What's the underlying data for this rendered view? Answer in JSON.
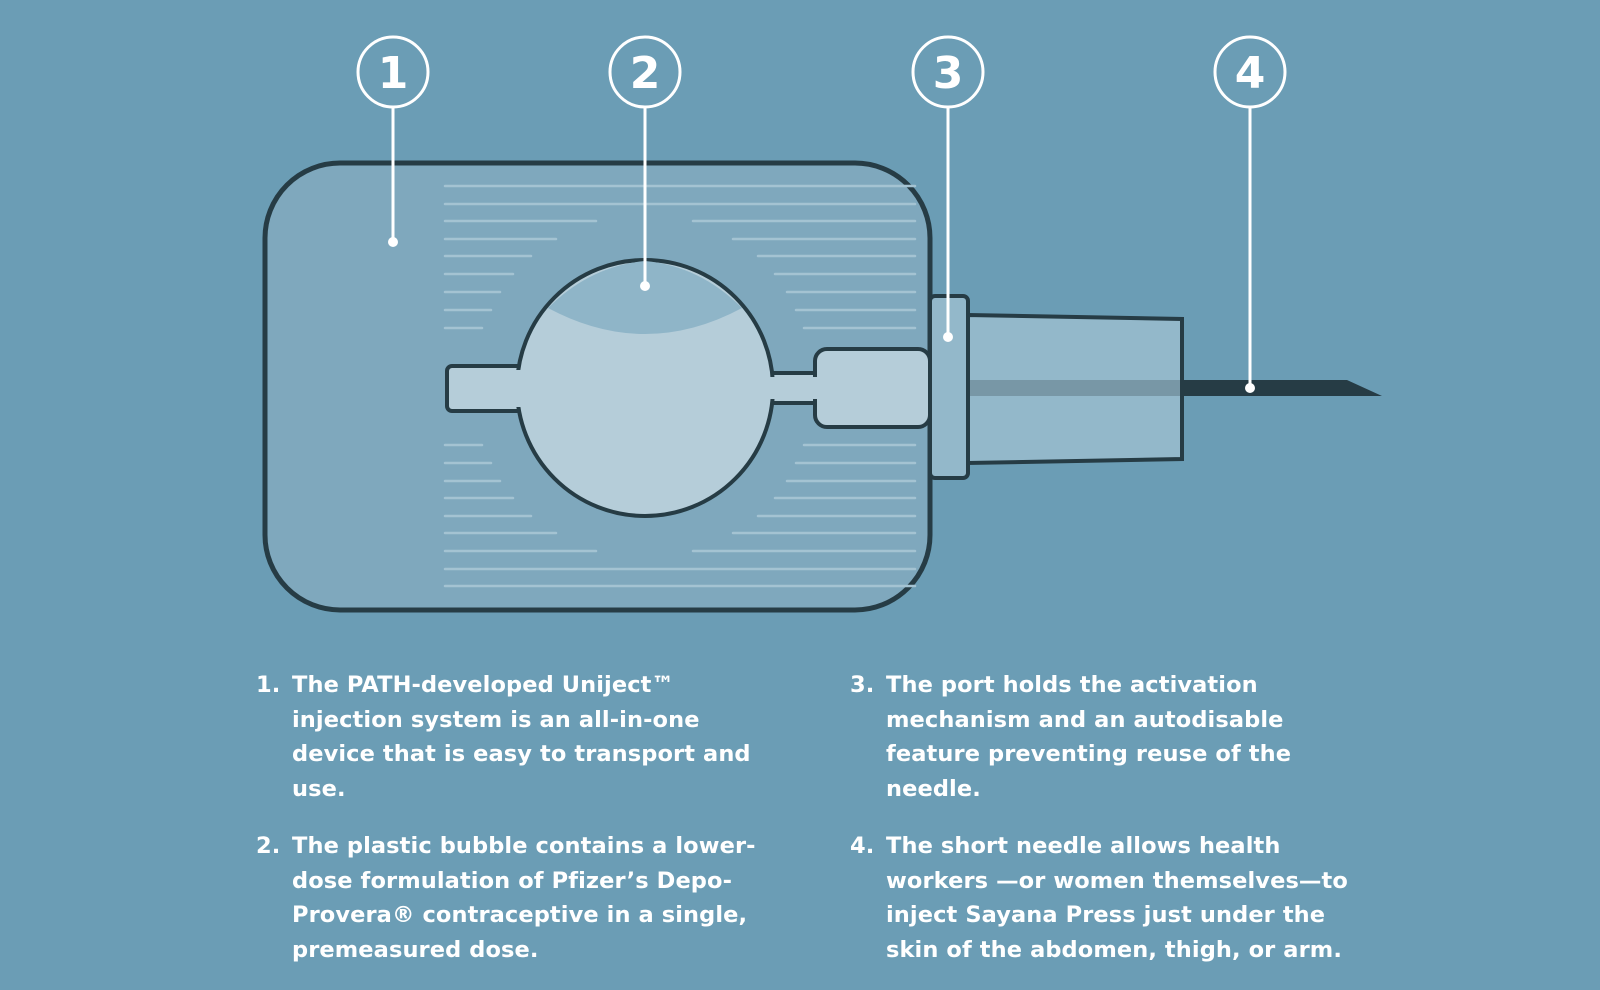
{
  "callouts": [
    {
      "number": "1",
      "text": "The PATH-developed Uniject™ injection system is an all-in-one device that is easy to transport and use."
    },
    {
      "number": "2",
      "text": "The plastic bubble contains a lower-dose formulation of Pfizer’s Depo-Provera® contraceptive in a single, premeasured dose."
    },
    {
      "number": "3",
      "text": "The port holds the activation mechanism and an autodisable feature preventing reuse of the needle."
    },
    {
      "number": "4",
      "text": "The short needle allows health workers —or women themselves—to inject Sayana Press just under the skin of the abdomen, thigh, or arm."
    }
  ],
  "list_markers": [
    "1.",
    "2.",
    "3.",
    "4."
  ],
  "colors": {
    "background": "#6b9db5",
    "body_fill": "#7fa8bd",
    "outline": "#263c45",
    "bubble_fill": "#b5cdd9",
    "hub_fill": "#93b8ca",
    "callout_line": "#ffffff"
  }
}
